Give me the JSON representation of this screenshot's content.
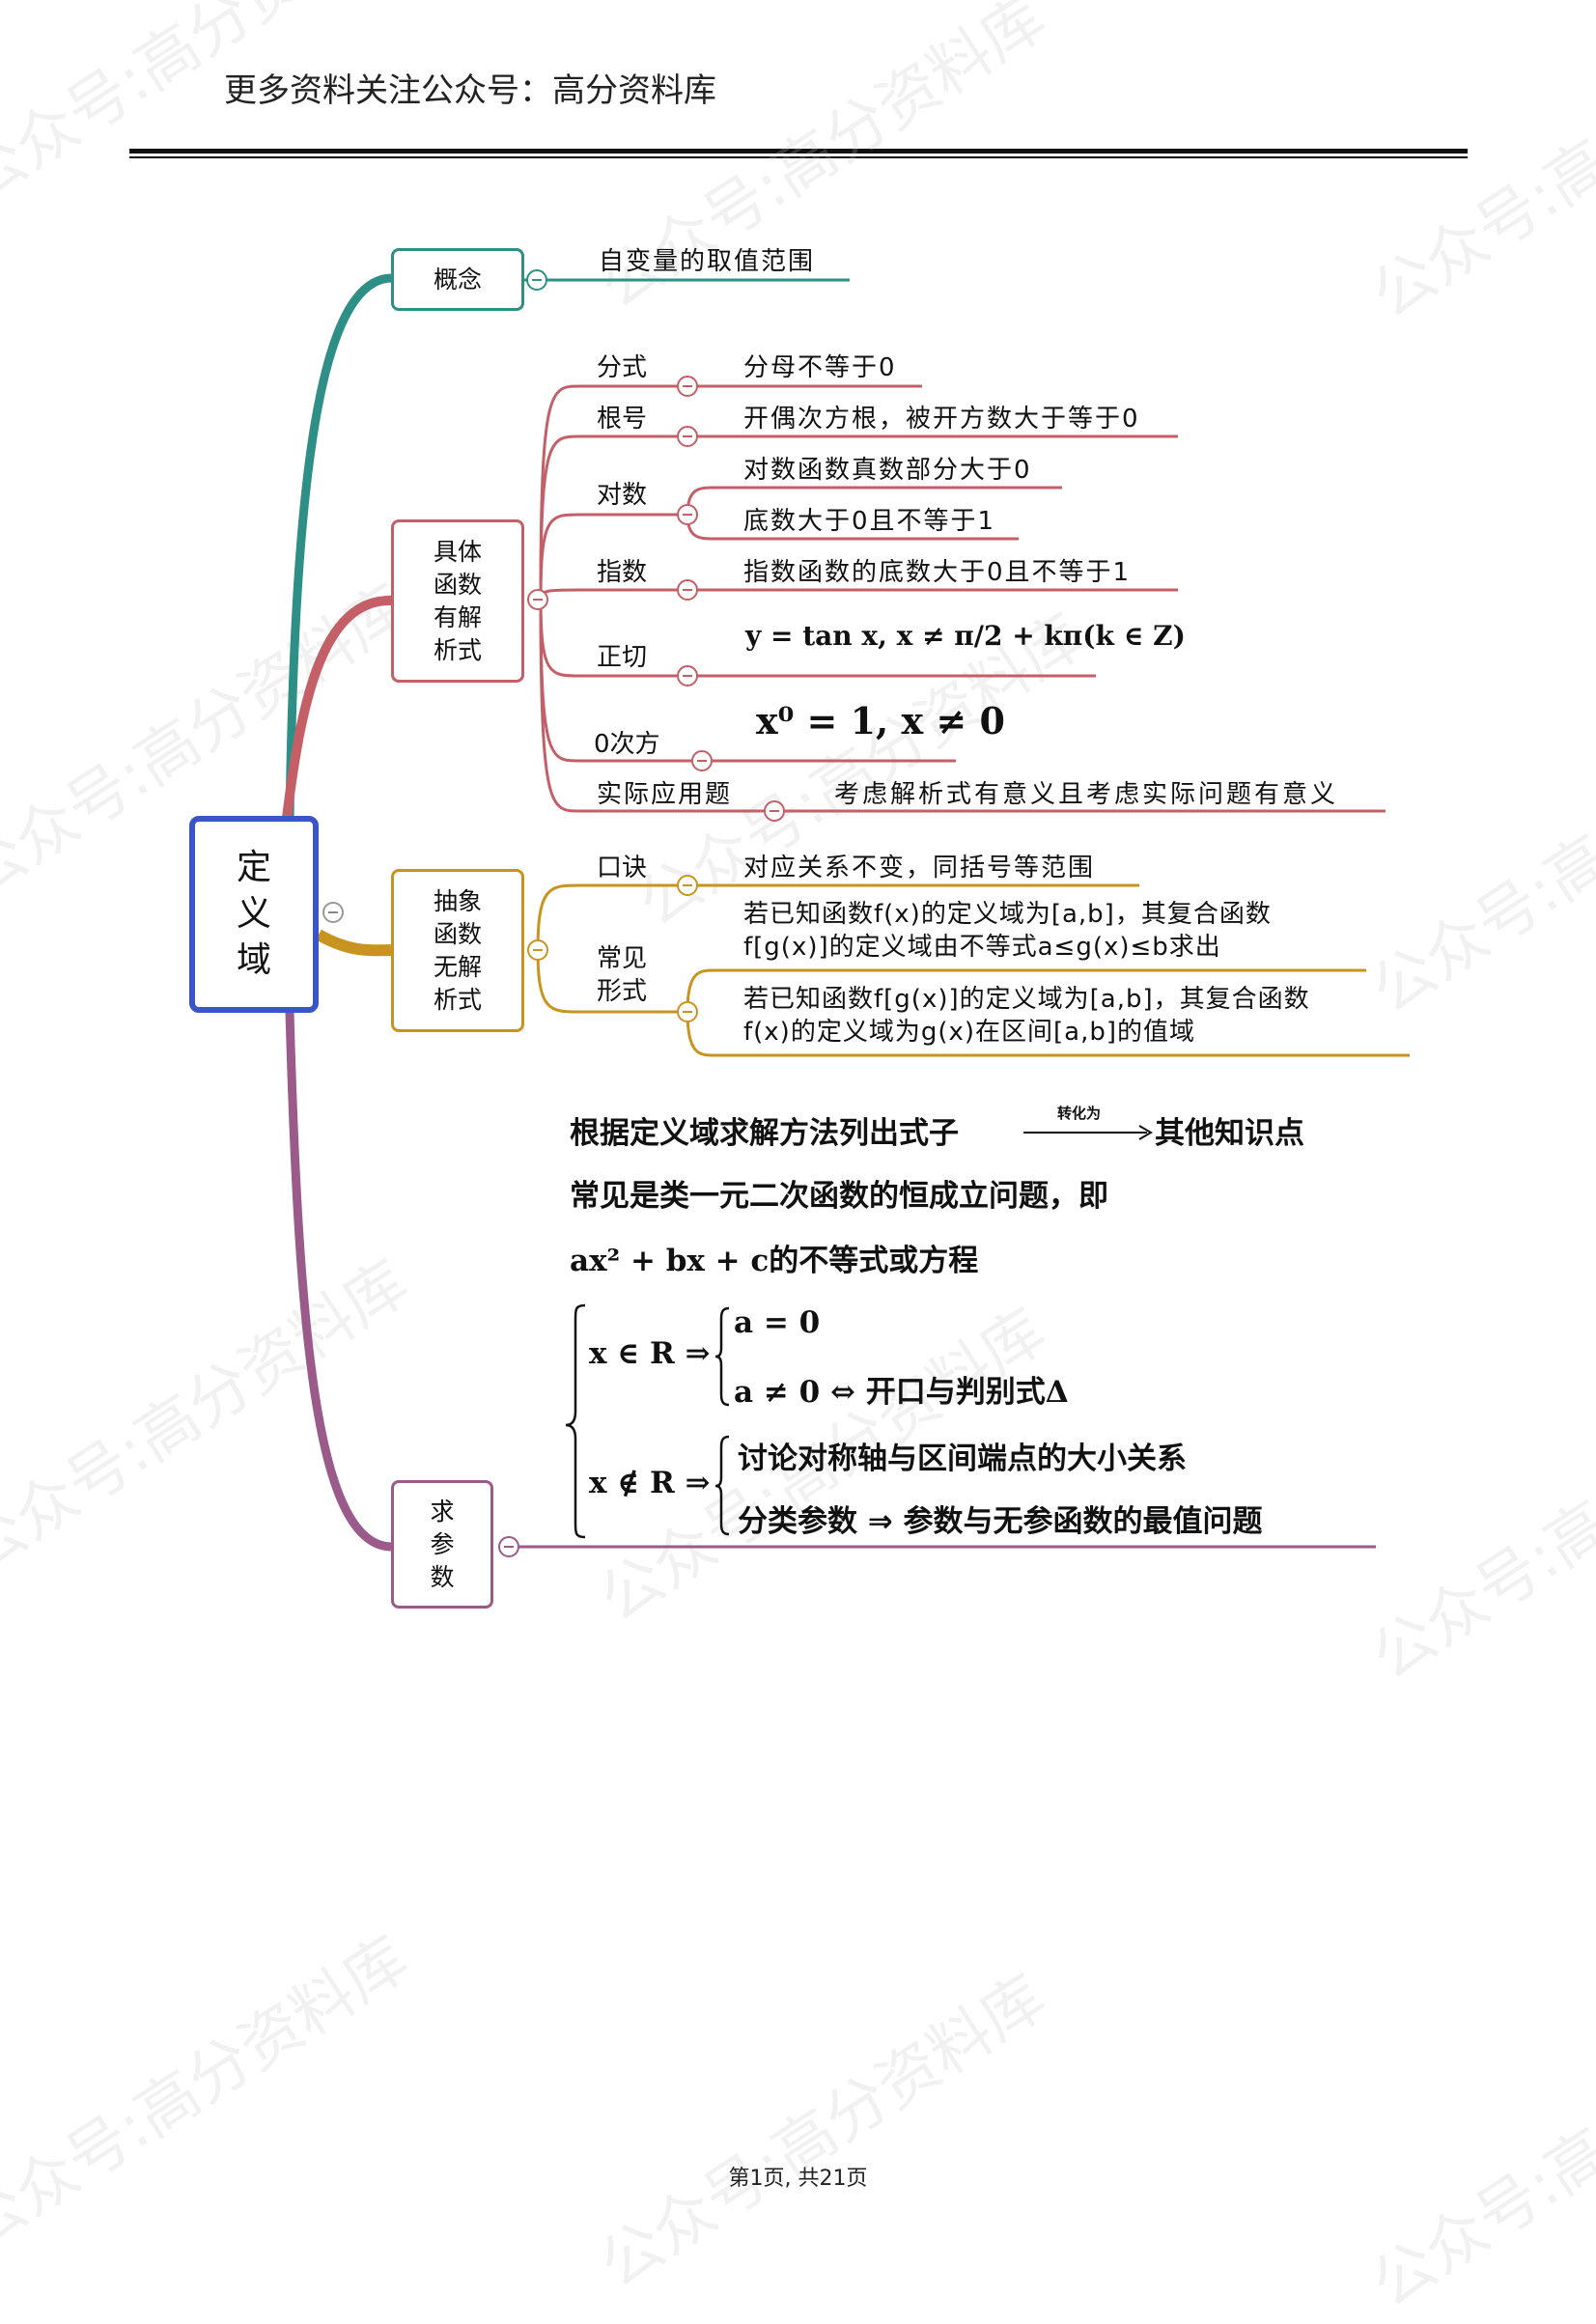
{
  "header": "更多资料关注公众号：高分资料库",
  "footer": "第1页, 共21页",
  "watermark": "公众号:高分资料库",
  "colors": {
    "teal": "#2e8f86",
    "rose": "#c45f68",
    "gold": "#c9931f",
    "plum": "#9a5a8a",
    "root_border": "#3b55c8"
  },
  "root": "定义域",
  "branches": {
    "concept": {
      "label": "概念",
      "text": "自变量的取值范围"
    },
    "explicit": {
      "label": "具体函数有解析式",
      "items": [
        {
          "label": "分式",
          "texts": [
            "分母不等于0"
          ]
        },
        {
          "label": "根号",
          "texts": [
            "开偶次方根，被开方数大于等于0"
          ]
        },
        {
          "label": "对数",
          "texts": [
            "对数函数真数部分大于0",
            "底数大于0且不等于1"
          ]
        },
        {
          "label": "指数",
          "texts": [
            "指数函数的底数大于0且不等于1"
          ]
        },
        {
          "label": "正切",
          "texts": [
            "y = tan x, x ≠ π/2 + kπ(k ∈ Z)"
          ]
        },
        {
          "label": "0次方",
          "texts": [
            "x⁰ = 1, x ≠ 0"
          ]
        },
        {
          "label": "实际应用题",
          "texts": [
            "考虑解析式有意义且考虑实际问题有意义"
          ]
        }
      ]
    },
    "abstract": {
      "label": "抽象函数无解析式",
      "items": [
        {
          "label": "口诀",
          "texts": [
            "对应关系不变，同括号等范围"
          ]
        },
        {
          "label": "常见形式",
          "texts": [
            "若已知函数f(x)的定义域为[a,b]，其复合函数",
            "f[g(x)]的定义域由不等式a≤g(x)≤b求出",
            "若已知函数f[g(x)]的定义域为[a,b]，其复合函数",
            "f(x)的定义域为g(x)在区间[a,b]的值域"
          ]
        }
      ]
    },
    "param": {
      "label": "求参数",
      "lines": [
        "根据定义域求解方法列出式子",
        "转化为",
        "其他知识点",
        "常见是类一元二次函数的恒成立问题，即",
        "ax² + bx + c的不等式或方程"
      ],
      "cases": [
        {
          "cond": "x ∈ R ⇒",
          "subs": [
            "a = 0",
            "a ≠ 0 ⇔ 开口与判别式Δ"
          ]
        },
        {
          "cond": "x ∉ R ⇒",
          "subs": [
            "讨论对称轴与区间端点的大小关系",
            "分类参数 ⇒ 参数与无参函数的最值问题"
          ]
        }
      ]
    }
  }
}
